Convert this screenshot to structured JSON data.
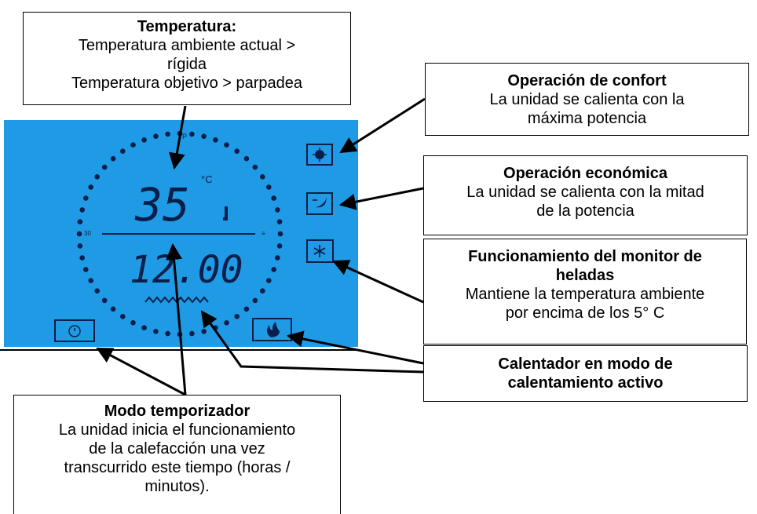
{
  "display": {
    "temperature": "35",
    "unit": "°C",
    "time": "12.00"
  },
  "callouts": {
    "temperature": {
      "title": "Temperatura:",
      "line1": "Temperatura ambiente actual >",
      "line2": "rígida",
      "line3": "Temperatura objetivo > parpadea"
    },
    "comfort": {
      "title": "Operación de confort",
      "line1": "La unidad se calienta con la",
      "line2": "máxima potencia"
    },
    "eco": {
      "title": "Operación económica",
      "line1": "La unidad se calienta con la mitad",
      "line2": "de la potencia"
    },
    "frost": {
      "title1": "Funcionamiento del monitor de",
      "title2": "heladas",
      "line1": "Mantiene la temperatura ambiente",
      "line2": "por encima de los 5° C"
    },
    "heater": {
      "title1": "Calentador en modo de",
      "title2": "calentamiento activo"
    },
    "timer": {
      "title": "Modo temporizador",
      "line1": "La unidad inicia el funcionamiento",
      "line2": "de la calefacción una vez",
      "line3": "transcurrido este tiempo (horas /",
      "line4": "minutos)."
    }
  },
  "colors": {
    "panel": "#1f9be6",
    "lcd": "#0a1e4a"
  },
  "icons": [
    "sun-icon",
    "moon-icon",
    "snowflake-icon",
    "flame-icon",
    "timer-icon",
    "water-drop-icon"
  ]
}
